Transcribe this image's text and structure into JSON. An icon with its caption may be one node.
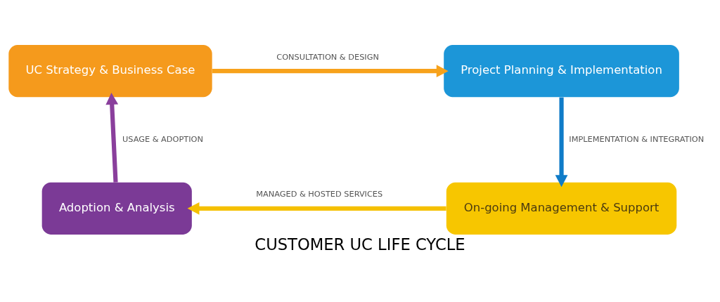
{
  "diagram": {
    "title": "CUSTOMER UC LIFE CYCLE",
    "nodes": [
      {
        "text": [
          "UC Strategy & Business Case"
        ]
      },
      {
        "text": [
          "Project Planning & Implementation"
        ]
      },
      {
        "text": [
          "On-going Management & Support"
        ]
      },
      {
        "text": [
          "Adoption & Analysis"
        ]
      }
    ],
    "edges": [
      {
        "from": 0,
        "to": 1,
        "arrow": "to",
        "label": "CONSULTATION & DESIGN",
        "color": "#f7a21b"
      },
      {
        "from": 1,
        "to": 2,
        "arrow": "to",
        "label": "IMPLEMENTATION & INTEGRATION",
        "color": "#0f7cc8"
      },
      {
        "from": 2,
        "to": 3,
        "arrow": "to",
        "label": "MANAGED & HOSTED SERVICES",
        "color": "#f5c000"
      },
      {
        "from": 3,
        "to": 0,
        "arrow": "to",
        "label": "USAGE & ADOPTION",
        "color": "#8a3f9c"
      }
    ]
  }
}
